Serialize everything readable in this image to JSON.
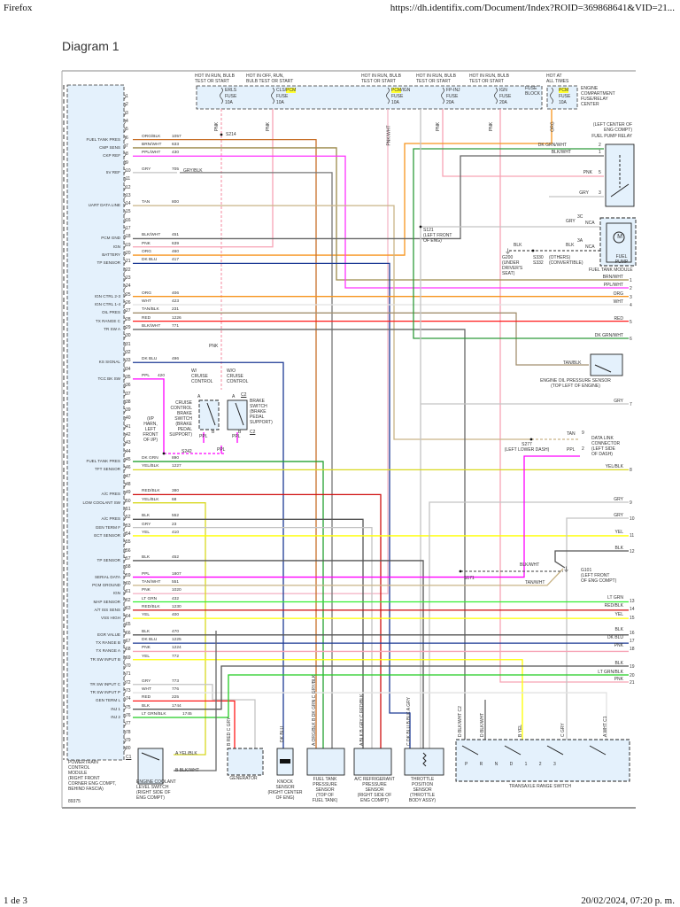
{
  "browser": {
    "app": "Firefox",
    "url": "https://dh.identifix.com/Document/Index?ROID=369868641&VID=21...",
    "page": "1 de 3",
    "datetime": "20/02/2024, 07:20 p. m."
  },
  "title": "Diagram 1",
  "wire_colors": {
    "ORG": "#f7941d",
    "ORG/BLK": "#c8702a",
    "BRN/WHT": "#9c8a4a",
    "PPL/WHT": "#ff33ff",
    "PPL": "#ff00ff",
    "GRY": "#c4c4c4",
    "GRY/BLK": "#777777",
    "TAN": "#c9b487",
    "TAN/BLK": "#a39070",
    "TAN/WHT": "#c9b487",
    "BLK/WHT": "#666666",
    "BLK": "#555555",
    "PNK": "#f7a3b5",
    "PNK/WHT": "#f5b8c8",
    "DK BLU": "#1c3a94",
    "WHT": "#e2e2e2",
    "RED": "#ff1a1a",
    "RED/BLK": "#d01010",
    "DK GRN": "#22a030",
    "DK GRN/WHT": "#2e9a3a",
    "YEL/BLK": "#d8d820",
    "YEL": "#ffff00",
    "LT GRN": "#33ee33",
    "LT GRN/BLK": "#22cc22"
  },
  "pcm": {
    "description": "POWERTRAIN\nCONTROL\nMODULE\n(RIGHT FRONT\nCORNER ENG COMPT,\nBEHIND FASCIA)",
    "figure_id": "89375",
    "last_pin": "C1",
    "pins": [
      {
        "num": 6,
        "func": "FUEL TANK PRES",
        "color": "ORG/BLK",
        "circuit": "1057"
      },
      {
        "num": 7,
        "func": "CMP SENS",
        "color": "BRN/WHT",
        "circuit": "633"
      },
      {
        "num": 8,
        "func": "CKP REF",
        "color": "PPL/WHT",
        "circuit": "430"
      },
      {
        "num": 10,
        "func": "5V REF",
        "color": "GRY",
        "circuit": "705"
      },
      {
        "num": 14,
        "func": "UART DATA LINE",
        "color": "TAN",
        "circuit": "800"
      },
      {
        "num": 18,
        "func": "PCM GND",
        "color": "BLK/WHT",
        "circuit": "451"
      },
      {
        "num": 19,
        "func": "IGN",
        "color": "PNK",
        "circuit": "639"
      },
      {
        "num": 20,
        "func": "BATTERY",
        "color": "ORG",
        "circuit": "460"
      },
      {
        "num": 21,
        "func": "TP SENSOR",
        "color": "DK BLU",
        "circuit": "417"
      },
      {
        "num": 25,
        "func": "IGN CTRL 2-3",
        "color": "ORG",
        "circuit": "406"
      },
      {
        "num": 26,
        "func": "IGN CTRL 1-4",
        "color": "WHT",
        "circuit": "423"
      },
      {
        "num": 27,
        "func": "OIL PRES",
        "color": "TAN/BLK",
        "circuit": "231"
      },
      {
        "num": 28,
        "func": "TX RANGE C",
        "color": "RED",
        "circuit": "1226"
      },
      {
        "num": 29,
        "func": "TR SW A",
        "color": "BLK/WHT",
        "circuit": "771"
      },
      {
        "num": 33,
        "func": "KS SIGNAL",
        "color": "DK BLU",
        "circuit": "496"
      },
      {
        "num": 35,
        "func": "TCC BK SW",
        "color": "PPL",
        "circuit": "420"
      },
      {
        "num": 45,
        "func": "FUEL TANK PRES",
        "color": "DK GRN",
        "circuit": "890"
      },
      {
        "num": 46,
        "func": "TFT SENSOR",
        "color": "YEL/BLK",
        "circuit": "1227"
      },
      {
        "num": 49,
        "func": "A/C PRES",
        "color": "RED/BLK",
        "circuit": "380"
      },
      {
        "num": 50,
        "func": "LOW COOLANT SW",
        "color": "YEL/BLK",
        "circuit": "68"
      },
      {
        "num": 52,
        "func": "A/C PRES",
        "color": "BLK",
        "circuit": "552"
      },
      {
        "num": 53,
        "func": "GEN TERM F",
        "color": "GRY",
        "circuit": "23"
      },
      {
        "num": 54,
        "func": "ECT SENSOR",
        "color": "YEL",
        "circuit": "410"
      },
      {
        "num": 57,
        "func": "TP SENSOR",
        "color": "BLK",
        "circuit": "452"
      },
      {
        "num": 59,
        "func": "SERIAL DATA",
        "color": "PPL",
        "circuit": "1807"
      },
      {
        "num": 60,
        "func": "PCM GROUND",
        "color": "TAN/WHT",
        "circuit": "551"
      },
      {
        "num": 61,
        "func": "IGN",
        "color": "PNK",
        "circuit": "1020"
      },
      {
        "num": 62,
        "func": "MAP SENSOR",
        "color": "LT GRN",
        "circuit": "432"
      },
      {
        "num": 63,
        "func": "A/T ISS SENS",
        "color": "RED/BLK",
        "circuit": "1230"
      },
      {
        "num": 64,
        "func": "VSS HIGH",
        "color": "YEL",
        "circuit": "400"
      },
      {
        "num": 66,
        "func": "EGR VALUE",
        "color": "BLK",
        "circuit": "470"
      },
      {
        "num": 67,
        "func": "TX RANGE B",
        "color": "DK BLU",
        "circuit": "1225"
      },
      {
        "num": 68,
        "func": "TX RANGE A",
        "color": "PNK",
        "circuit": "1224"
      },
      {
        "num": 69,
        "func": "TR SW INPUT B",
        "color": "YEL",
        "circuit": "772"
      },
      {
        "num": 72,
        "func": "TR SW INPUT C",
        "color": "GRY",
        "circuit": "773"
      },
      {
        "num": 73,
        "func": "TR SW INPUT P",
        "color": "WHT",
        "circuit": "776"
      },
      {
        "num": 74,
        "func": "GEN TERM L",
        "color": "RED",
        "circuit": "225"
      },
      {
        "num": 75,
        "func": "INJ 1",
        "color": "BLK",
        "circuit": "1744"
      },
      {
        "num": 76,
        "func": "INJ 2",
        "color": "LT GRN/BLK",
        "circuit": "1745"
      }
    ],
    "inline_connector_color": "GRY/BLK"
  },
  "fuse_block": {
    "label": "FUSE\nBLOCK",
    "fuses": [
      {
        "hot": "HOT IN RUN, BULB\nTEST OR START",
        "pre": "ERLS",
        "hl": "",
        "post": "",
        "fuse": "FUSE",
        "rating": "10A",
        "wire": "PNK"
      },
      {
        "hot": "HOT IN OFF, RUN,\nBULB TEST OR START",
        "pre": "CLS/",
        "hl": "PCM",
        "post": "",
        "fuse": "FUSE",
        "rating": "10A",
        "wire": "PNK"
      },
      {
        "hot": "HOT IN RUN, BULB\nTEST OR START",
        "pre": "",
        "hl": "PCM",
        "post": "/IGN",
        "fuse": "FUSE",
        "rating": "10A",
        "wire": "PNK/WHT"
      },
      {
        "hot": "HOT IN RUN, BULB\nTEST OR START",
        "pre": "FP-INJ",
        "hl": "",
        "post": "",
        "fuse": "FUSE",
        "rating": "20A",
        "wire": "PNK"
      },
      {
        "hot": "HOT IN RUN, BULB\nTEST OR START",
        "pre": "IGN",
        "hl": "",
        "post": "",
        "fuse": "FUSE",
        "rating": "20A",
        "wire": "PNK"
      }
    ]
  },
  "engine_fuse_center": {
    "hot": "HOT AT\nALL TIMES",
    "hl": "PCM",
    "fuse": "FUSE",
    "rating": "10A",
    "label": "ENGINE\nCOMPARTMENT\nFUSE/RELAY\nCENTER",
    "wire": "ORG"
  },
  "splices": {
    "s214": "S214",
    "s121": "S121\n(LEFT FRONT\nOF ENG)",
    "s242": "S242",
    "s242_loc": "(I/P\nHARN,\nLEFT\nFRONT\nOF I/P)",
    "s277": "S277\n(LEFT LOWER DASH)",
    "s171": "S171",
    "g200": "G200\n(UNDER\nDRIVER'S\nSEAT)",
    "s330": "S330\nS332",
    "s330_note": "(OTHERS)\n(CONVERTIBLE)",
    "g101": "G101\n(LEFT FRONT\nOF ENG COMPT)"
  },
  "misc_wire_labels": {
    "pnk_vertical": "PNK",
    "gry_blk": "GRY/BLK",
    "ppl_a": "PPL",
    "ppl_b": "PPL",
    "ppl_c": "PPL",
    "blk_g200": "BLK",
    "blk_3a": "BLK",
    "gry_3c": "GRY",
    "blk_wht_g101": "BLK/WHT",
    "tan_wht_g101": "TAN/WHT",
    "tan_blk": "TAN/BLK",
    "tan_dl": "TAN",
    "ppl_dl": "PPL",
    "dl_pin9": "9",
    "dl_pin2": "2",
    "pin_3c": "3C",
    "pin_3a": "3A",
    "nca1": "NCA",
    "nca2": "NCA"
  },
  "fuel_pump_relay": {
    "location": "(LEFT CENTER OF\nENG COMPT)",
    "label": "FUEL PUMP RELAY",
    "terminals": [
      {
        "num": "2",
        "color": "DK GRN/WHT"
      },
      {
        "num": "1",
        "color": "BLK/WHT"
      },
      {
        "num": "5",
        "color": "PNK"
      },
      {
        "num": "3",
        "color": "GRY"
      }
    ]
  },
  "fuel_tank_module": {
    "label": "FUEL TANK MODULE",
    "pump": "FUEL\nPUMP",
    "motor_symbol": "M"
  },
  "oil_pressure_sensor": {
    "label": "ENGINE OIL PRESSURE SENSOR\n(TOP LEFT OF ENGINE)"
  },
  "data_link_connector": {
    "label": "DATA LINK\nCONNECTOR\n(LEFT SIDE\nOF DASH)"
  },
  "cruise": {
    "with": "W/\nCRUISE\nCONTROL",
    "without": "W/O\nCRUISE\nCONTROL",
    "switch1": "CRUISE\nCONTROL\nBRAKE\nSWITCH\n(BRAKE\nPEDAL\nSUPPORT)",
    "switch2": "BRAKE\nSWITCH\n(BRAKE\nPEDAL\nSUPPORT)",
    "pin_a": "A",
    "pin_b": "B",
    "pin_a2": "A",
    "pin_b2": "B",
    "conn_c2": "C2",
    "conn_c2b": "C2"
  },
  "right_terminals": [
    {
      "num": "1",
      "color": "BRN/WHT"
    },
    {
      "num": "2",
      "color": "PPL/WHT"
    },
    {
      "num": "3",
      "color": "ORG"
    },
    {
      "num": "4",
      "color": "WHT"
    },
    {
      "num": "5",
      "color": "RED"
    },
    {
      "num": "6",
      "color": "DK GRN/WHT"
    },
    {
      "num": "7",
      "color": "GRY"
    },
    {
      "num": "8",
      "color": "YEL/BLK"
    },
    {
      "num": "9",
      "color": "GRY"
    },
    {
      "num": "10",
      "color": "GRY"
    },
    {
      "num": "11",
      "color": "YEL"
    },
    {
      "num": "12",
      "color": "BLK"
    },
    {
      "num": "13",
      "color": "LT GRN"
    },
    {
      "num": "14",
      "color": "RED/BLK"
    },
    {
      "num": "15",
      "color": "YEL"
    },
    {
      "num": "16",
      "color": "BLK"
    },
    {
      "num": "17",
      "color": "DK BLU"
    },
    {
      "num": "18",
      "color": "PNK"
    },
    {
      "num": "19",
      "color": "BLK"
    },
    {
      "num": "20",
      "color": "LT GRN/BLK"
    },
    {
      "num": "21",
      "color": "PNK"
    }
  ],
  "components": {
    "coolant": {
      "label": "ENGINE COOLANT\nLEVEL SWITCH\n(RIGHT SIDE OF\nENG COMPT)",
      "pin_a": "A",
      "wire_a": "YEL/BLK",
      "pin_b": "B",
      "wire_b": "BLK/WHT"
    },
    "generator": {
      "label": "GENERATOR",
      "pins": "B  RED     C  GRY"
    },
    "knock": {
      "label": "KNOCK\nSENSOR\n(RIGHT CENTER\nOF ENG)",
      "pins": "DK BLU"
    },
    "fuel_tank_sensor": {
      "label": "FUEL TANK\nPRESSURE\nSENSOR\n(TOP OF\nFUEL TANK)",
      "pins": "A ORG/BLK  B DK GRN  C GRY/BLK"
    },
    "ac_sensor": {
      "label": "A/C REFRIGERANT\nPRESSURE\nSENSOR\n(RIGHT SIDE OF\nENG COMPT)",
      "pins": "A BLK  B GRY  C RED/BLK"
    },
    "tps": {
      "label": "THROTTLE\nPOSITION\nSENSOR\n(THROTTLE\nBODY ASSY)",
      "pins": "C DK BLU  B BLK  A GRY"
    },
    "transaxle": {
      "label": "TRANSAXLE RANGE SWITCH",
      "pins": [
        "D BLK/WHT C2",
        "D BLK/WHT",
        "B YEL",
        "C GRY",
        "A WHT C1"
      ],
      "positions": "P  R  N  D  1  2  3"
    }
  }
}
